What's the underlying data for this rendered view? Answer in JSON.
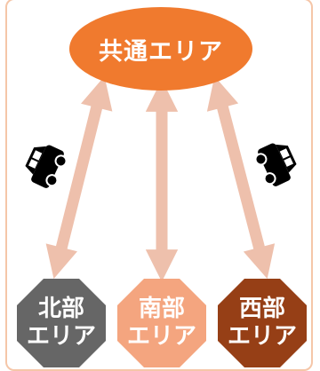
{
  "colors": {
    "center": "#f07a2e",
    "north": "#666666",
    "south": "#f4a57f",
    "west": "#963f16",
    "arrow": "#eec0ac",
    "frame": "#f5c6a8"
  },
  "center": {
    "label": "共通エリア"
  },
  "regions": [
    {
      "line1": "北部",
      "line2": "エリア"
    },
    {
      "line1": "南部",
      "line2": "エリア"
    },
    {
      "line1": "西部",
      "line2": "エリア"
    }
  ],
  "icons": {
    "left": "car-icon",
    "right": "car-icon"
  }
}
